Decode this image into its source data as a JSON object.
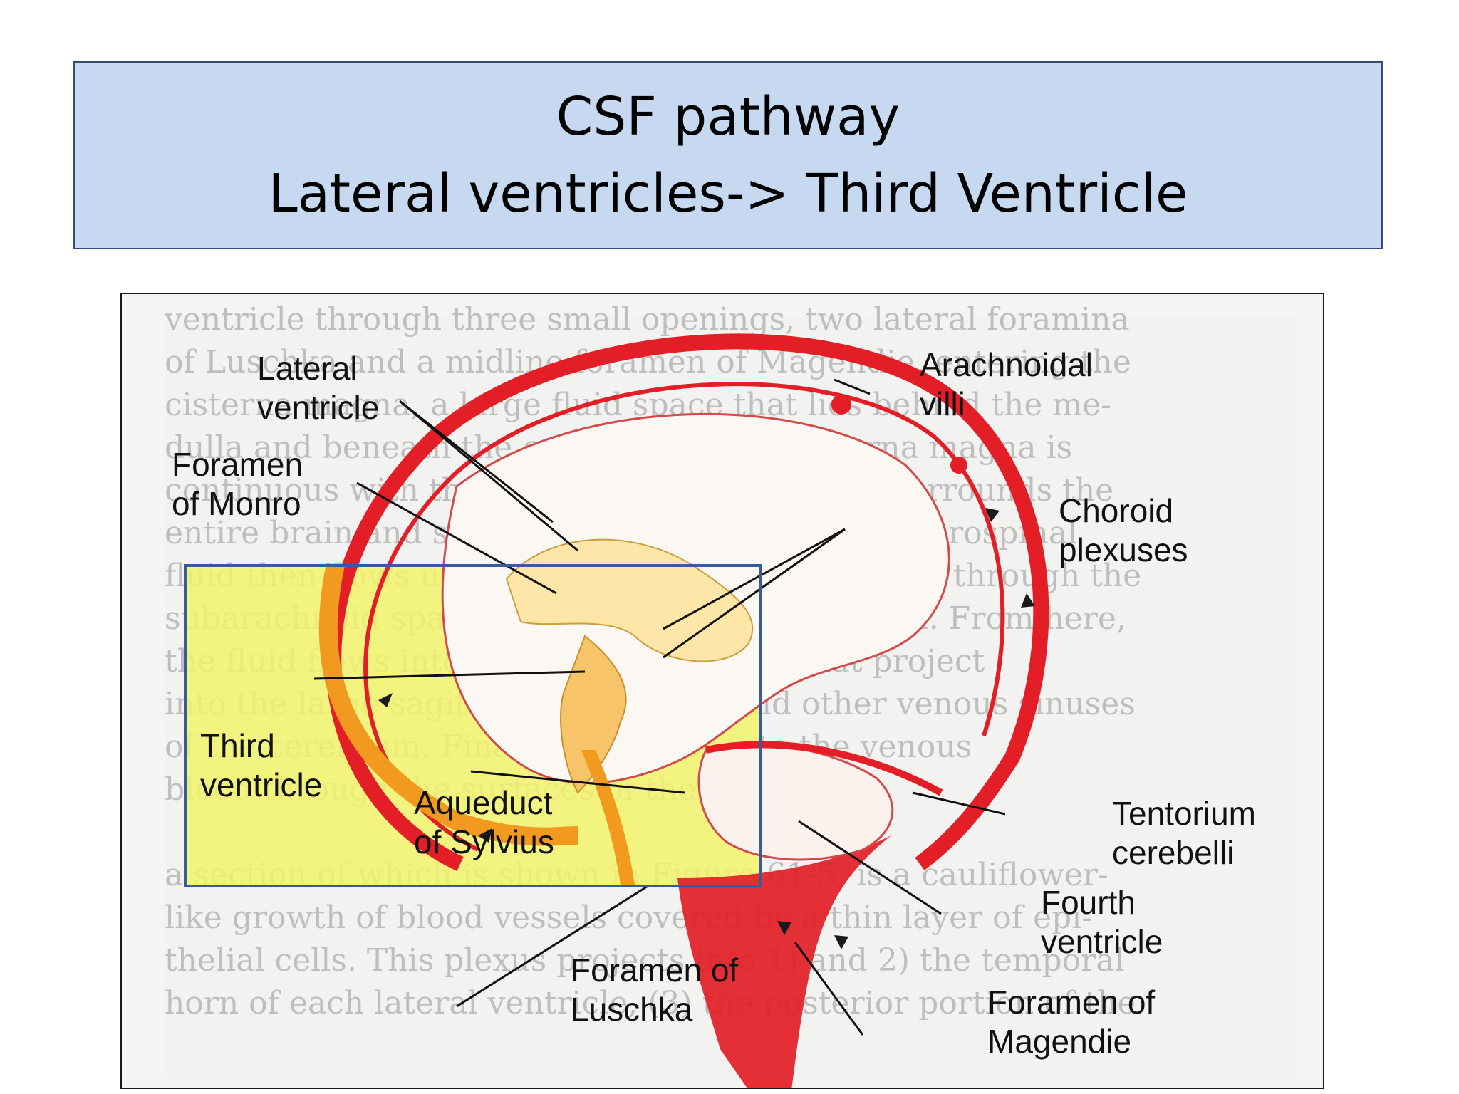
{
  "title": {
    "line1": "CSF pathway",
    "line2": "Lateral ventricles-> Third Ventricle"
  },
  "figure": {
    "labels": {
      "lateral_ventricle_1": "Lateral",
      "lateral_ventricle_2": "ventricle",
      "foramen_monro_1": "Foramen",
      "foramen_monro_2": "of Monro",
      "arachnoidal_villi_1": "Arachnoidal",
      "arachnoidal_villi_2": "villi",
      "choroid_plexuses_1": "Choroid",
      "choroid_plexuses_2": "plexuses",
      "third_ventricle_1": "Third",
      "third_ventricle_2": "ventricle",
      "aqueduct_1": "Aqueduct",
      "aqueduct_2": "of Sylvius",
      "tentorium_1": "Tentorium",
      "tentorium_2": "cerebelli",
      "fourth_ventricle_1": "Fourth",
      "fourth_ventricle_2": "ventricle",
      "luschka_1": "Foramen of",
      "luschka_2": "Luschka",
      "magendie_1": "Foramen of",
      "magendie_2": "Magendie"
    },
    "colors": {
      "csf_red": "#e41e26",
      "csf_orange": "#f29a1f",
      "highlight_yellow": "#f3f36b",
      "highlight_border": "#3a5a9a"
    }
  }
}
